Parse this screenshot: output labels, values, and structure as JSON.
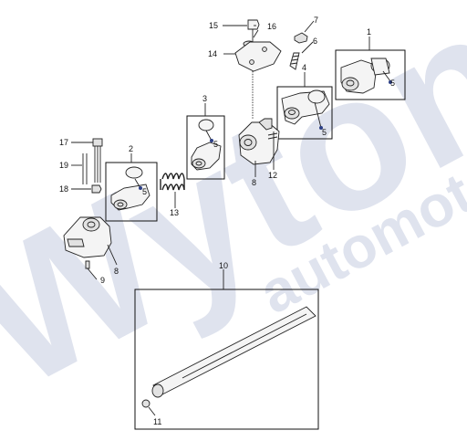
{
  "watermark": {
    "brand": "Wyton",
    "sub": "automot"
  },
  "callouts": [
    {
      "id": "c1",
      "text": "1"
    },
    {
      "id": "c2",
      "text": "2"
    },
    {
      "id": "c3",
      "text": "3"
    },
    {
      "id": "c4",
      "text": "4"
    },
    {
      "id": "c5a",
      "text": "5"
    },
    {
      "id": "c5b",
      "text": "5"
    },
    {
      "id": "c5c",
      "text": "5"
    },
    {
      "id": "c5d",
      "text": "5"
    },
    {
      "id": "c6",
      "text": "6"
    },
    {
      "id": "c7",
      "text": "7"
    },
    {
      "id": "c8a",
      "text": "8"
    },
    {
      "id": "c8b",
      "text": "8"
    },
    {
      "id": "c9",
      "text": "9"
    },
    {
      "id": "c10",
      "text": "10"
    },
    {
      "id": "c11",
      "text": "11"
    },
    {
      "id": "c12",
      "text": "12"
    },
    {
      "id": "c13",
      "text": "13"
    },
    {
      "id": "c14",
      "text": "14"
    },
    {
      "id": "c15",
      "text": "15"
    },
    {
      "id": "c16",
      "text": "16"
    },
    {
      "id": "c17",
      "text": "17"
    },
    {
      "id": "c18",
      "text": "18"
    },
    {
      "id": "c19",
      "text": "19"
    }
  ],
  "colors": {
    "watermark": "#dfe3ee",
    "line": "#222222",
    "callout_dot": "#2c3f86"
  }
}
